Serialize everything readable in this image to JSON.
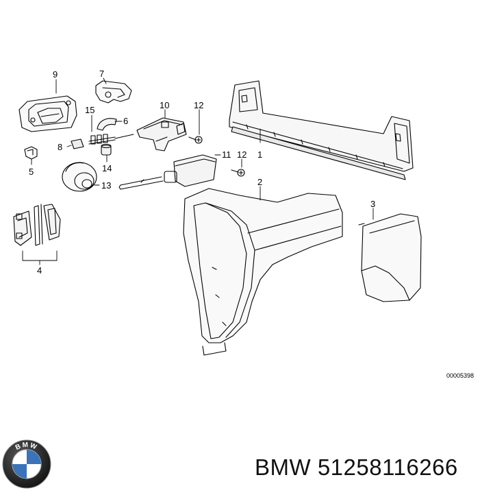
{
  "diagram": {
    "callouts": [
      "1",
      "2",
      "3",
      "4",
      "5",
      "6",
      "7",
      "8",
      "9",
      "10",
      "11",
      "12",
      "12",
      "13",
      "14",
      "15"
    ],
    "drawing_code": "00005398"
  },
  "caption": {
    "brand": "BMW",
    "part_number": "51258116266",
    "text": "BMW 51258116266"
  },
  "logo": {
    "icon": "bmw-roundel-icon",
    "letters": "BMW",
    "colors": {
      "blue": "#3a73b8",
      "white": "#ffffff",
      "ring": "#1a1a1a"
    }
  }
}
